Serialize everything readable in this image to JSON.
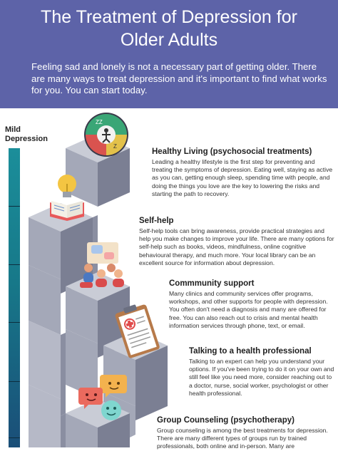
{
  "header": {
    "title_line1": "The Treatment of Depression for",
    "title_line2": "Older Adults",
    "intro": "Feeling sad and lonely is not a necessary part of getting older. There are many ways to treat depression and it's important to find what works for you. You can start today.",
    "background": "#5d63a8"
  },
  "scale": {
    "label_line1": "Mild",
    "label_line2": "Depression",
    "colors": [
      "#1b8e9a",
      "#1a4e78"
    ]
  },
  "sections": [
    {
      "title": "Healthy Living (psychosocial treatments)",
      "body": "Leading a healthy lifestyle is the first step for preventing and treating the symptoms of depression. Eating well, staying as active as you can, getting enough sleep, spending time with people, and doing the things you love are the key to lowering the risks and starting the path to recovery.",
      "icon": "wellness-wheel-icon"
    },
    {
      "title": "Self-help",
      "body": "Self-help tools can bring awareness, provide practical strategies and help you make changes to improve your life. There are many options for self-help such as books, videos, mindfulness, online cognitive behavioural therapy, and much more. Your local library can be an excellent source for information about depression.",
      "icon": "book-lightbulb-icon"
    },
    {
      "title": "Commmunity support",
      "body": "Many clinics and community services offer programs, workshops, and other supports for people with depression. You often don't need a diagnosis and many are offered for free. You can also reach out to crisis and mental health information services through phone, text, or email.",
      "icon": "community-group-icon"
    },
    {
      "title": "Talking to a health professional",
      "body": "Talking to an expert can help you understand your options. If you've been trying to do it on your own and still feel like you need more, consider reaching out to a doctor, nurse, social worker, psychologist or other health professional.",
      "icon": "medical-clipboard-icon"
    },
    {
      "title": "Group Counseling (psychotherapy)",
      "body": "Group counseling is among the best treatments for depression. There are many different types of groups run by trained professionals, both online and in-person. Many are",
      "icon": "chat-bubbles-icon"
    }
  ]
}
